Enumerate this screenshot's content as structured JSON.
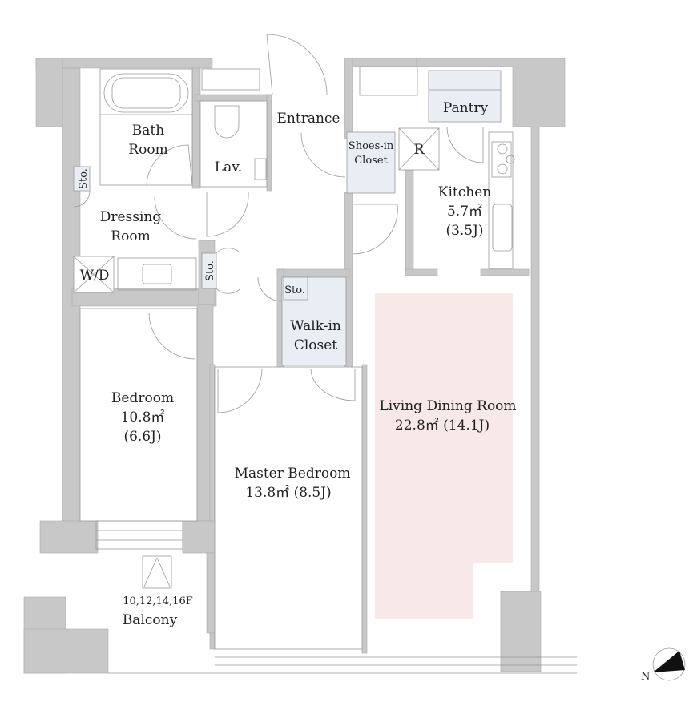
{
  "floor_plan": {
    "rooms": {
      "bath": {
        "line1": "Bath",
        "line2": "Room"
      },
      "lav": "Lav.",
      "entrance": "Entrance",
      "shoes_closet": {
        "line1": "Shoes-in",
        "line2": "Closet"
      },
      "refrigerator": "R",
      "pantry": "Pantry",
      "kitchen": {
        "name": "Kitchen",
        "area": "5.7㎡",
        "jo": "(3.5J)"
      },
      "storage_left": "Sto.",
      "dressing": {
        "line1": "Dressing",
        "line2": "Room"
      },
      "washer_dryer": "W/D",
      "storage_mid": "Sto.",
      "storage_wic": "Sto.",
      "walk_in_closet": {
        "line1": "Walk-in",
        "line2": "Closet"
      },
      "bedroom": {
        "name": "Bedroom",
        "area": "10.8㎡",
        "jo": "(6.6J)"
      },
      "master_bedroom": {
        "name": "Master Bedroom",
        "area": "13.8㎡  (8.5J)"
      },
      "living": {
        "name": "Living Dining Room",
        "area": "22.8㎡  (14.1J)"
      },
      "balcony": {
        "floors": "10,12,14,16F",
        "name": "Balcony"
      }
    },
    "compass": {
      "label": "N"
    },
    "colors": {
      "wall": "#c8c8c8",
      "closet": "#e9edf4",
      "living_highlight": "#f8e8e8"
    }
  }
}
